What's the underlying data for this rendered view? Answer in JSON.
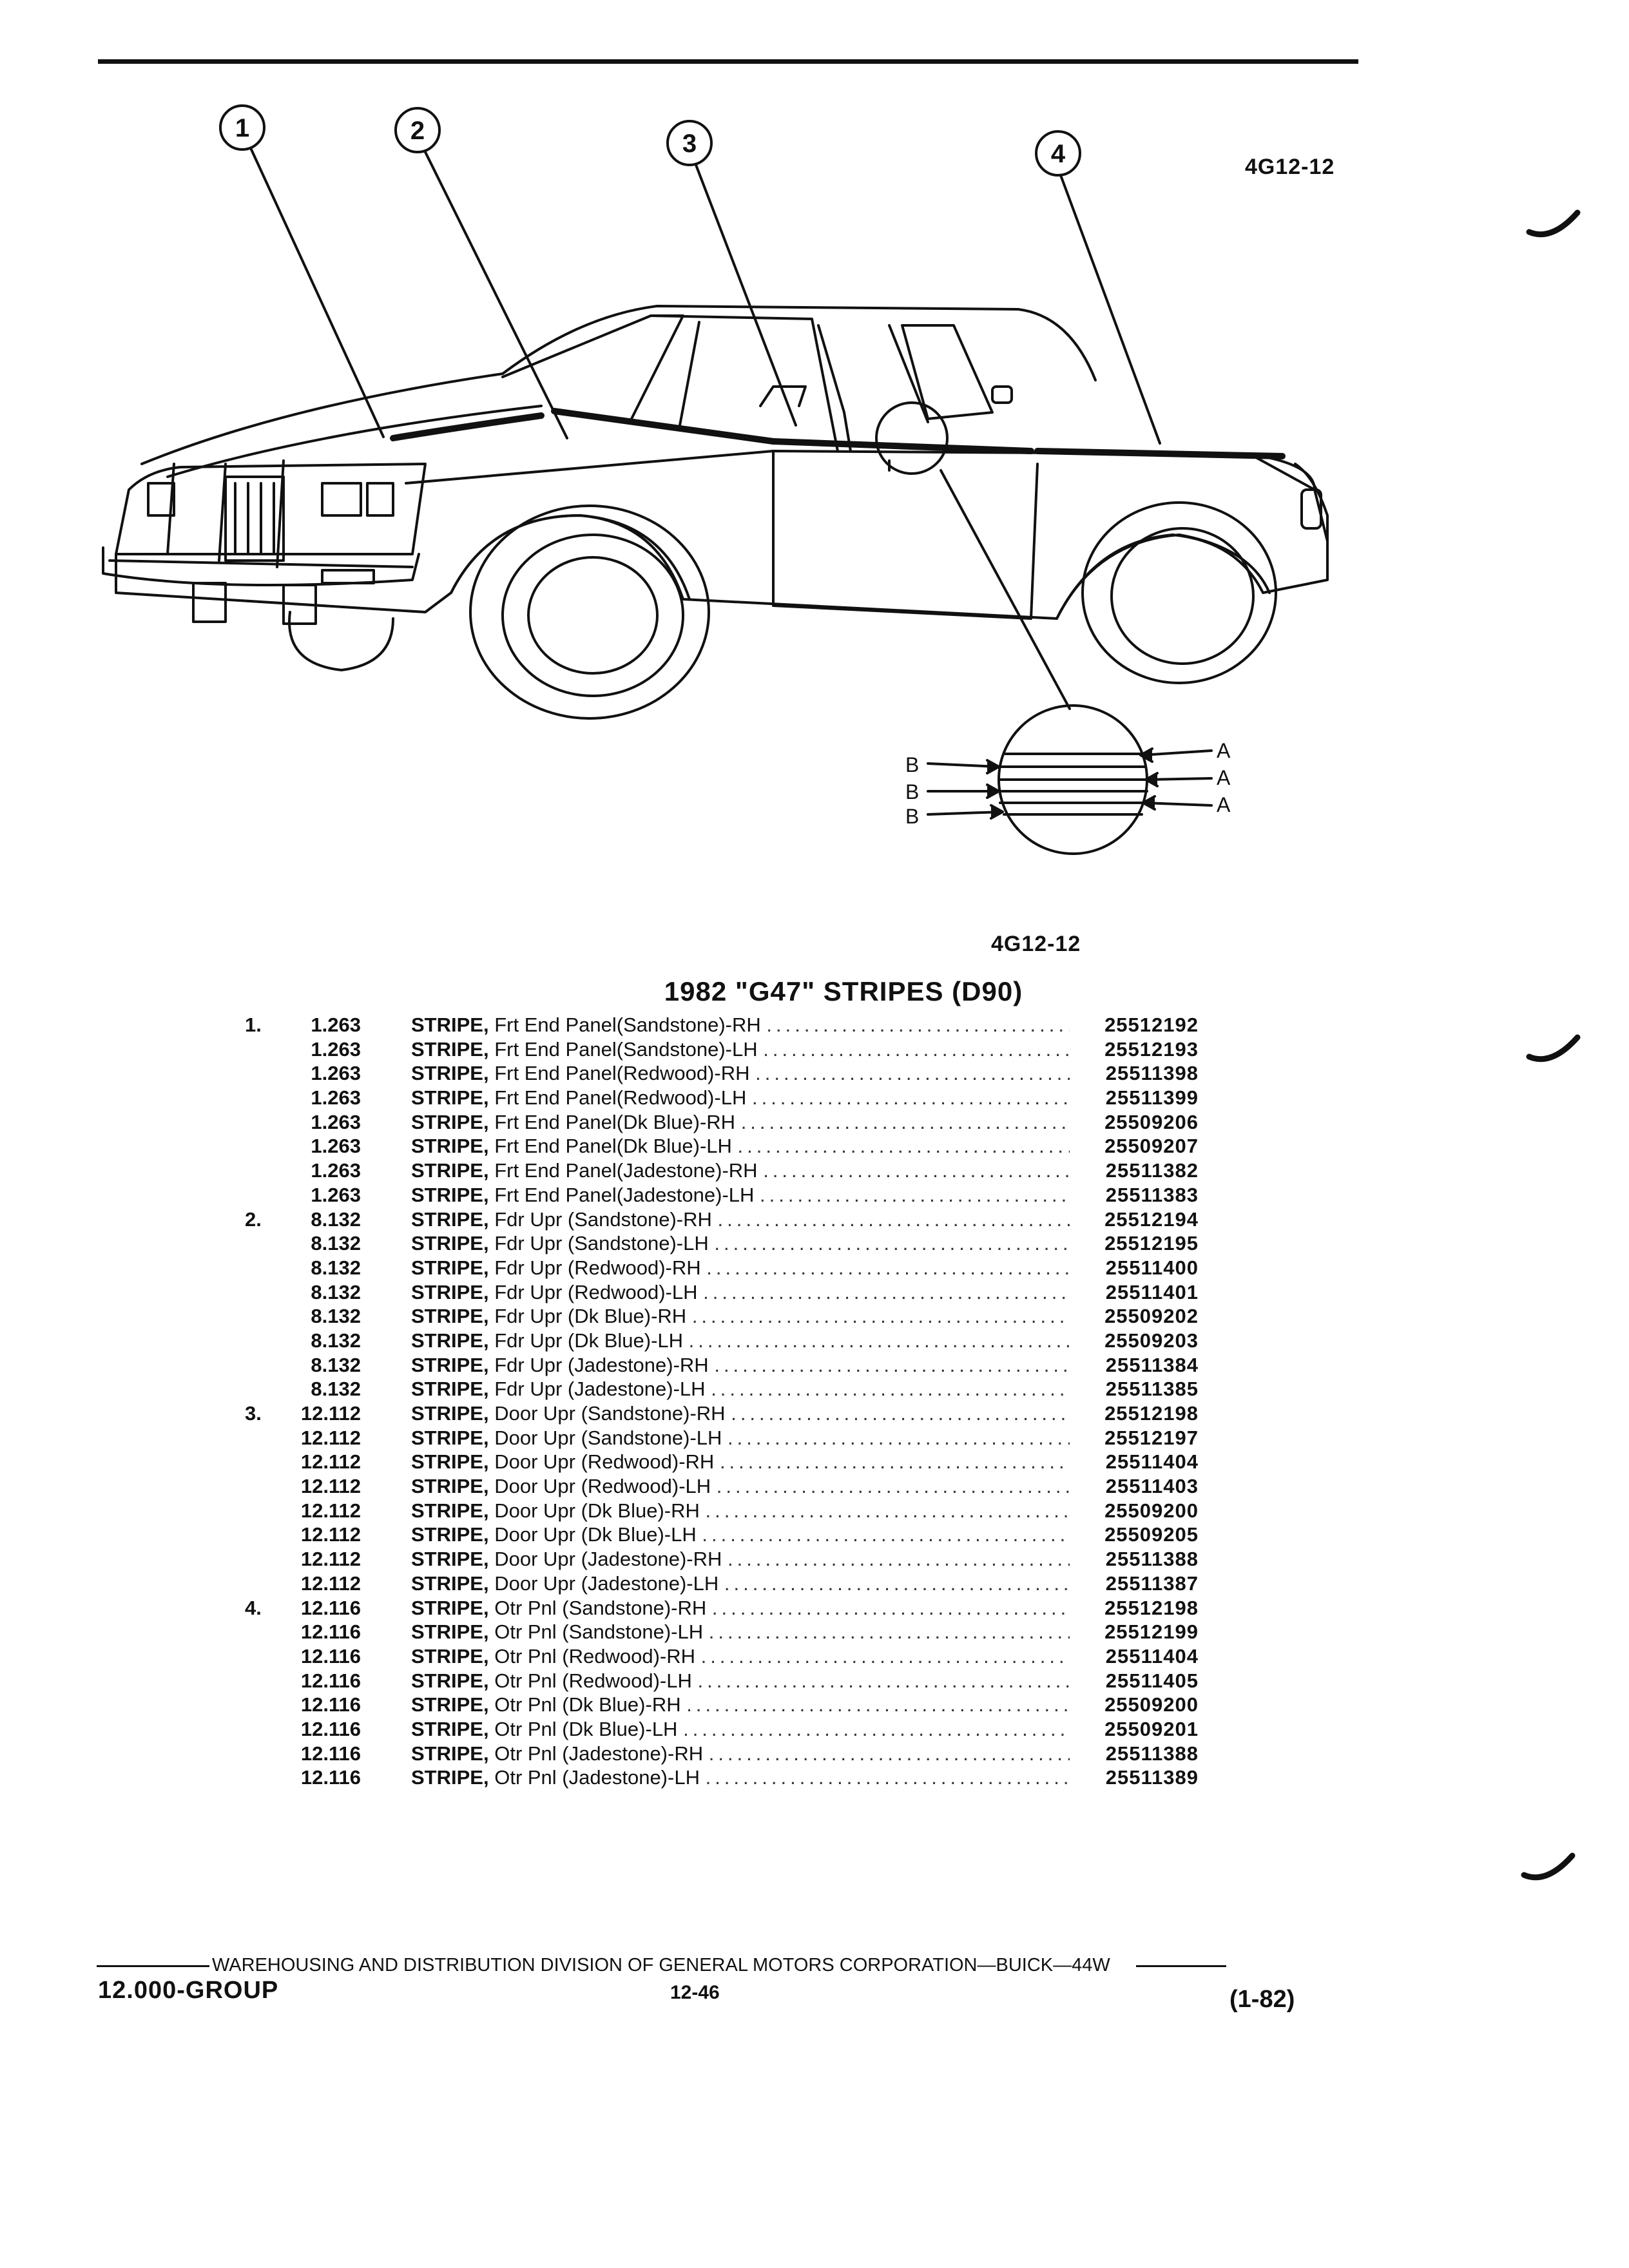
{
  "figure": {
    "code_top": "4G12-12",
    "code_bottom": "4G12-12"
  },
  "callouts": [
    "1",
    "2",
    "3",
    "4"
  ],
  "detail_labels": {
    "a": "A",
    "b": "B"
  },
  "title": "1982 \"G47\" STRIPES (D90)",
  "parts": [
    {
      "ref": "1.",
      "qty": "1.263",
      "name": "STRIPE,",
      "detail": "Frt End Panel(Sandstone)-RH",
      "pn": "25512192"
    },
    {
      "ref": "",
      "qty": "1.263",
      "name": "STRIPE,",
      "detail": "Frt End Panel(Sandstone)-LH",
      "pn": "25512193"
    },
    {
      "ref": "",
      "qty": "1.263",
      "name": "STRIPE,",
      "detail": "Frt End Panel(Redwood)-RH",
      "pn": "25511398"
    },
    {
      "ref": "",
      "qty": "1.263",
      "name": "STRIPE,",
      "detail": "Frt End Panel(Redwood)-LH",
      "pn": "25511399"
    },
    {
      "ref": "",
      "qty": "1.263",
      "name": "STRIPE,",
      "detail": "Frt End Panel(Dk Blue)-RH",
      "pn": "25509206"
    },
    {
      "ref": "",
      "qty": "1.263",
      "name": "STRIPE,",
      "detail": "Frt End Panel(Dk Blue)-LH",
      "pn": "25509207"
    },
    {
      "ref": "",
      "qty": "1.263",
      "name": "STRIPE,",
      "detail": "Frt End Panel(Jadestone)-RH",
      "pn": "25511382"
    },
    {
      "ref": "",
      "qty": "1.263",
      "name": "STRIPE,",
      "detail": "Frt End Panel(Jadestone)-LH",
      "pn": "25511383"
    },
    {
      "ref": "2.",
      "qty": "8.132",
      "name": "STRIPE,",
      "detail": "Fdr Upr (Sandstone)-RH",
      "pn": "25512194"
    },
    {
      "ref": "",
      "qty": "8.132",
      "name": "STRIPE,",
      "detail": "Fdr Upr (Sandstone)-LH",
      "pn": "25512195"
    },
    {
      "ref": "",
      "qty": "8.132",
      "name": "STRIPE,",
      "detail": "Fdr Upr (Redwood)-RH",
      "pn": "25511400"
    },
    {
      "ref": "",
      "qty": "8.132",
      "name": "STRIPE,",
      "detail": "Fdr Upr (Redwood)-LH",
      "pn": "25511401"
    },
    {
      "ref": "",
      "qty": "8.132",
      "name": "STRIPE,",
      "detail": "Fdr Upr (Dk Blue)-RH",
      "pn": "25509202"
    },
    {
      "ref": "",
      "qty": "8.132",
      "name": "STRIPE,",
      "detail": "Fdr Upr (Dk Blue)-LH",
      "pn": "25509203"
    },
    {
      "ref": "",
      "qty": "8.132",
      "name": "STRIPE,",
      "detail": "Fdr Upr (Jadestone)-RH",
      "pn": "25511384"
    },
    {
      "ref": "",
      "qty": "8.132",
      "name": "STRIPE,",
      "detail": "Fdr Upr (Jadestone)-LH",
      "pn": "25511385"
    },
    {
      "ref": "3.",
      "qty": "12.112",
      "name": "STRIPE,",
      "detail": "Door Upr (Sandstone)-RH",
      "pn": "25512198"
    },
    {
      "ref": "",
      "qty": "12.112",
      "name": "STRIPE,",
      "detail": "Door Upr (Sandstone)-LH",
      "pn": "25512197"
    },
    {
      "ref": "",
      "qty": "12.112",
      "name": "STRIPE,",
      "detail": "Door Upr (Redwood)-RH",
      "pn": "25511404"
    },
    {
      "ref": "",
      "qty": "12.112",
      "name": "STRIPE,",
      "detail": "Door Upr (Redwood)-LH",
      "pn": "25511403"
    },
    {
      "ref": "",
      "qty": "12.112",
      "name": "STRIPE,",
      "detail": "Door Upr (Dk Blue)-RH",
      "pn": "25509200"
    },
    {
      "ref": "",
      "qty": "12.112",
      "name": "STRIPE,",
      "detail": "Door Upr (Dk Blue)-LH",
      "pn": "25509205"
    },
    {
      "ref": "",
      "qty": "12.112",
      "name": "STRIPE,",
      "detail": "Door Upr (Jadestone)-RH",
      "pn": "25511388"
    },
    {
      "ref": "",
      "qty": "12.112",
      "name": "STRIPE,",
      "detail": "Door Upr (Jadestone)-LH",
      "pn": "25511387"
    },
    {
      "ref": "4.",
      "qty": "12.116",
      "name": "STRIPE,",
      "detail": "Otr Pnl (Sandstone)-RH",
      "pn": "25512198"
    },
    {
      "ref": "",
      "qty": "12.116",
      "name": "STRIPE,",
      "detail": "Otr Pnl (Sandstone)-LH",
      "pn": "25512199"
    },
    {
      "ref": "",
      "qty": "12.116",
      "name": "STRIPE,",
      "detail": "Otr Pnl (Redwood)-RH",
      "pn": "25511404"
    },
    {
      "ref": "",
      "qty": "12.116",
      "name": "STRIPE,",
      "detail": "Otr Pnl (Redwood)-LH",
      "pn": "25511405"
    },
    {
      "ref": "",
      "qty": "12.116",
      "name": "STRIPE,",
      "detail": "Otr Pnl (Dk Blue)-RH",
      "pn": "25509200"
    },
    {
      "ref": "",
      "qty": "12.116",
      "name": "STRIPE,",
      "detail": "Otr Pnl (Dk Blue)-LH",
      "pn": "25509201"
    },
    {
      "ref": "",
      "qty": "12.116",
      "name": "STRIPE,",
      "detail": "Otr Pnl (Jadestone)-RH",
      "pn": "25511388"
    },
    {
      "ref": "",
      "qty": "12.116",
      "name": "STRIPE,",
      "detail": "Otr Pnl (Jadestone)-LH",
      "pn": "25511389"
    }
  ],
  "footer": {
    "publisher": "WAREHOUSING AND DISTRIBUTION  DIVISION OF GENERAL MOTORS CORPORATION—BUICK—44W",
    "group": "12.000-GROUP",
    "page": "12-46",
    "date": "(1-82)"
  }
}
